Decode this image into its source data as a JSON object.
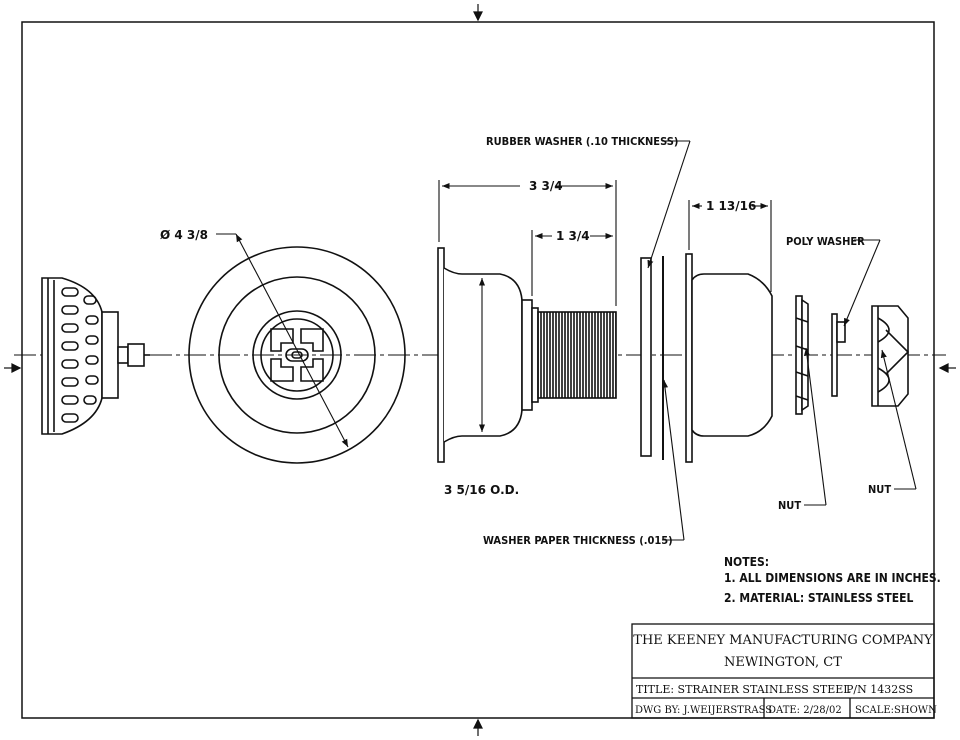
{
  "dimensions": {
    "diameter": "Ø 4 3/8",
    "length": "3 3/4",
    "thread_length": "1 3/4",
    "body_od": "3 5/16 O.D.",
    "flange_depth": "1 13/16"
  },
  "callouts": {
    "rubber_washer": "RUBBER WASHER (.10 THICKNESS)",
    "paper_washer": "WASHER PAPER THICKNESS (.015)",
    "poly_washer": "POLY WASHER",
    "nut_left": "NUT",
    "nut_right": "NUT"
  },
  "notes": {
    "heading": "NOTES:",
    "items": [
      "1. ALL DIMENSIONS ARE IN INCHES.",
      "2. MATERIAL: STAINLESS STEEL"
    ]
  },
  "title_block": {
    "company": "THE KEENEY MANUFACTURING COMPANY",
    "location": "NEWINGTON, CT",
    "title": "TITLE:  STRAINER STAINLESS STEEL",
    "part_number": "P/N  1432SS",
    "drawn_by": "DWG BY: J.WEIJERSTRASS",
    "date": "DATE:  2/28/02",
    "scale": "SCALE:SHOWN"
  }
}
